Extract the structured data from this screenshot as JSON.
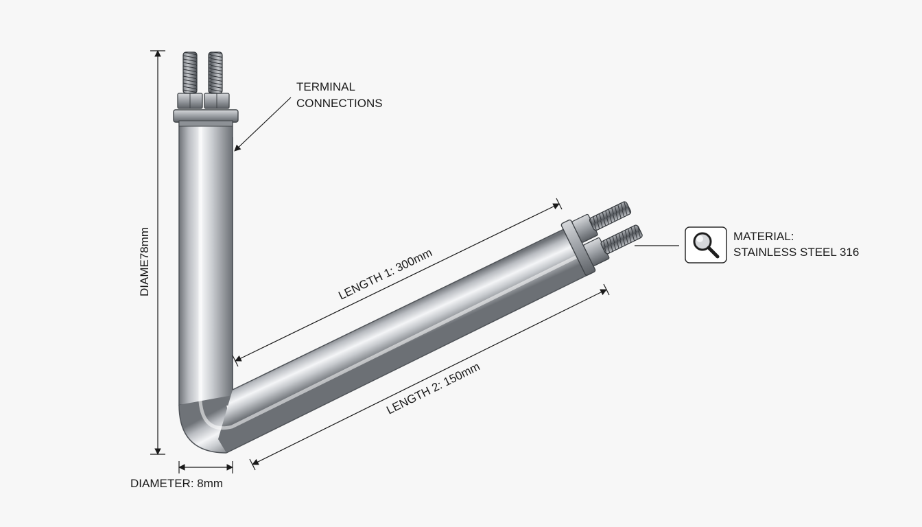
{
  "labels": {
    "terminal_line1": "TERMINAL",
    "terminal_line2": "CONNECTIONS",
    "height_dimension": "DIAME78mm",
    "length1": "LENGTH 1: 300mm",
    "length2": "LENGTH 2: 150mm",
    "diameter": "DIAMETER: 8mm",
    "material_line1": "MATERIAL:",
    "material_line2": "STAINLESS STEEL 316"
  },
  "icons": {
    "material": "magnifier-icon"
  },
  "colors": {
    "background": "#f7f7f7",
    "steel_dark": "#8a8d92",
    "steel_light": "#f2f3f5",
    "line": "#1a1a1a"
  }
}
